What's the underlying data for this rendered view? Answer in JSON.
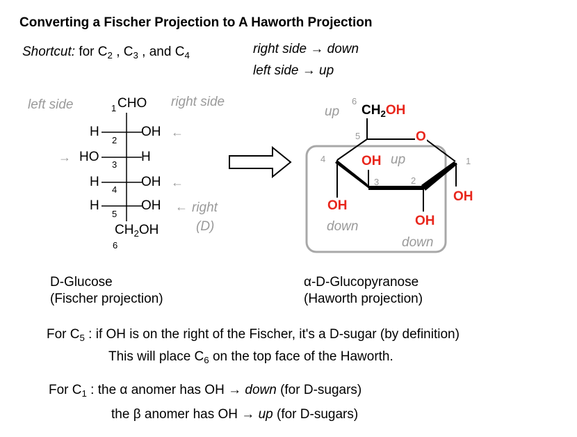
{
  "title": "Converting a Fischer Projection to A Haworth Projection",
  "shortcut": {
    "label": "Shortcut:",
    "text_for": "for C",
    "c2": "2",
    "sep1": " , C",
    "c3": "3",
    "sep2": " , and C",
    "c4": "4",
    "rule1": "right side → down",
    "rule2": "left side → up"
  },
  "fischer": {
    "left_side": "left side",
    "right_side": "right side",
    "top_num": "1",
    "top_group": "CHO",
    "rows": [
      {
        "left": "H",
        "right": "OH",
        "num": "2",
        "arrow": "←"
      },
      {
        "left": "HO",
        "right": "H",
        "num": "3",
        "arrow": "→"
      },
      {
        "left": "H",
        "right": "OH",
        "num": "4",
        "arrow": "←"
      },
      {
        "left": "H",
        "right": "OH",
        "num": "5",
        "arrow": "←"
      }
    ],
    "right_note": "right",
    "right_note_arrow": "←",
    "d_note": "(D)",
    "bottom_c": "CH",
    "bottom_sub": "2",
    "bottom_oh": "OH",
    "bottom_num": "6",
    "name": "D-Glucose",
    "subtitle": "(Fischer projection)"
  },
  "haworth": {
    "up_c6": "up",
    "c6_num": "6",
    "ch2oh_c": "CH",
    "ch2oh_sub": "2",
    "ch2oh_red": "OH",
    "ring_o": "O",
    "nums": [
      "5",
      "4",
      "3",
      "2",
      "1"
    ],
    "oh_c3": "OH",
    "up_c3": "up",
    "oh_c4": "OH",
    "down_c4": "down",
    "oh_c2": "OH",
    "down_c2": "down",
    "oh_c1": "OH",
    "name": "α-D-Glucopyranose",
    "subtitle": "(Haworth projection)"
  },
  "notes": {
    "line1_a": "For C",
    "line1_sub": "5",
    "line1_b": " : if OH is on the right of the Fischer, it's a D-sugar (by definition)",
    "line2_a": "This will place C",
    "line2_sub": "6",
    "line2_b": " on the top face of the Haworth.",
    "line3_a": "For C",
    "line3_sub": "1",
    "line3_b": " : the α anomer has OH → ",
    "line3_it": "down",
    "line3_c": " (for D-sugars)",
    "line4_a": "the β anomer has OH → ",
    "line4_it": "up",
    "line4_c": "  (for D-sugars)"
  },
  "colors": {
    "red": "#e8261c",
    "gray": "#9a9a9a",
    "box": "#a8a8a8"
  }
}
